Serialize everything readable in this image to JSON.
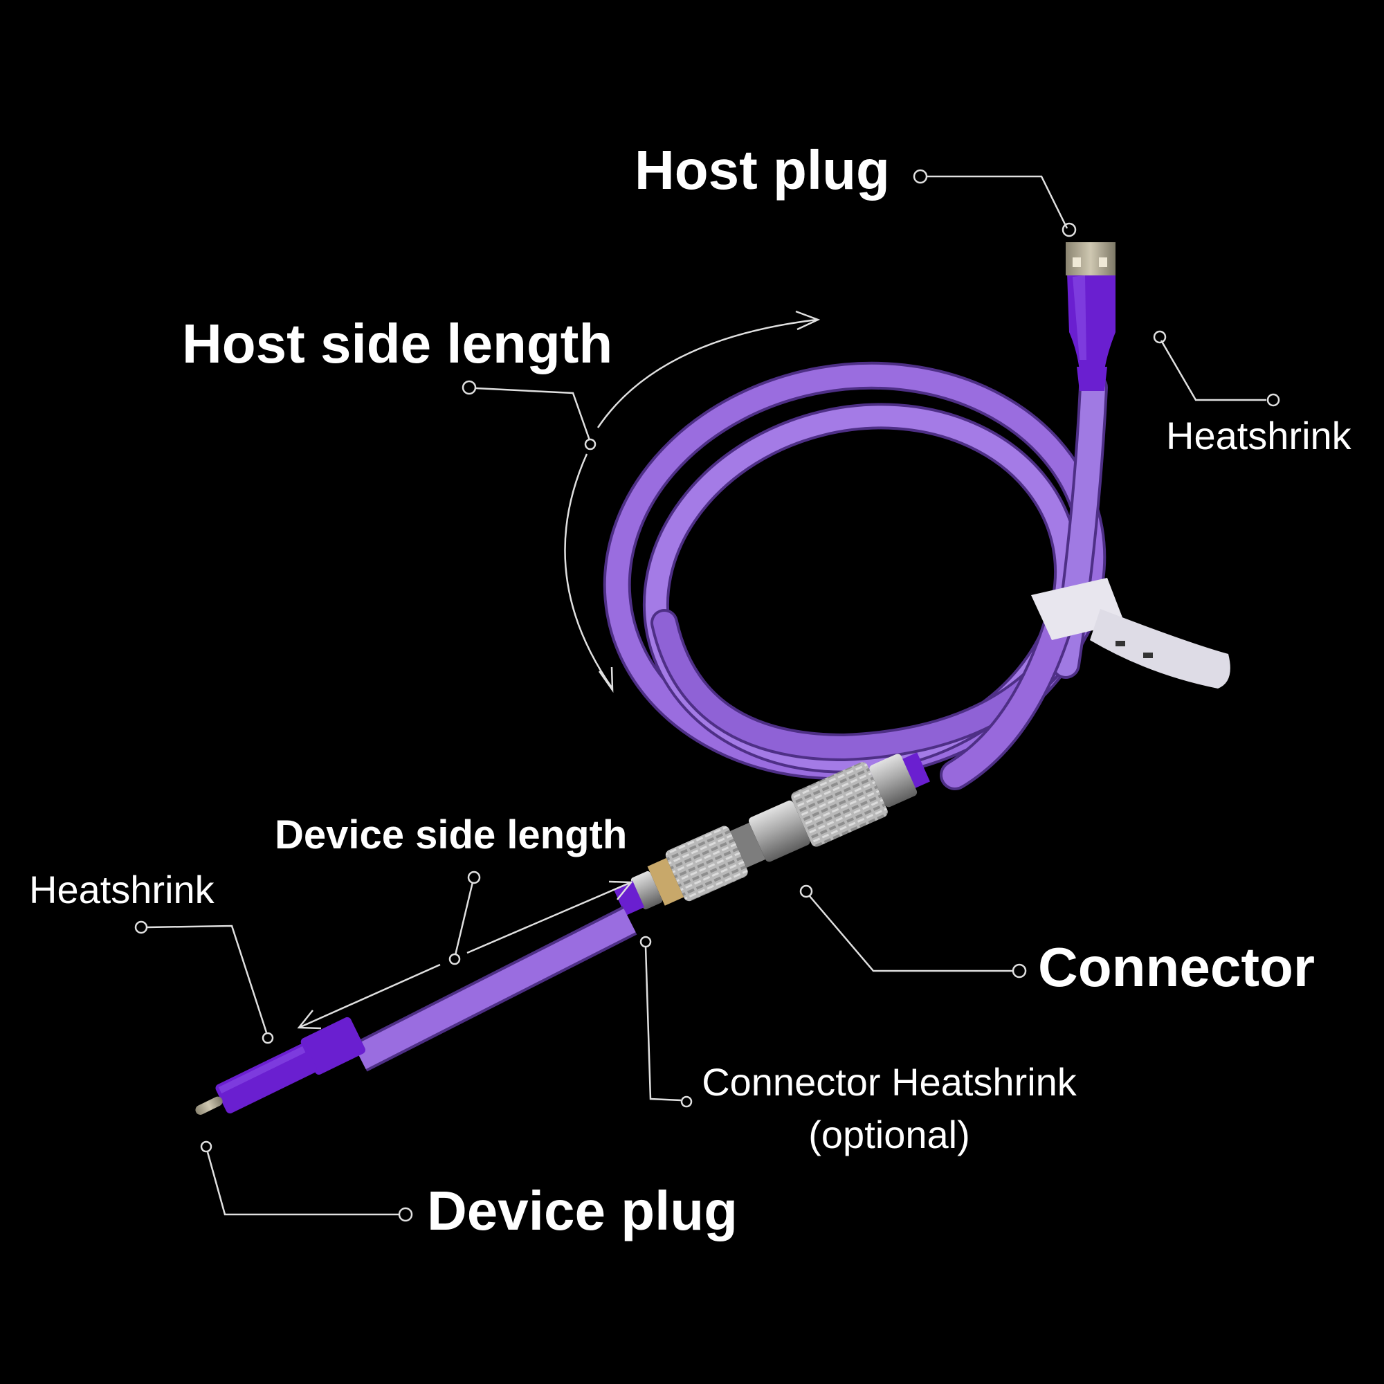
{
  "labels": {
    "host_plug": "Host plug",
    "host_side_length": "Host side length",
    "heatshrink_host": "Heatshrink",
    "device_side_length": "Device side length",
    "heatshrink_device": "Heatshrink",
    "connector": "Connector",
    "connector_heatshrink_line1": "Connector Heatshrink",
    "connector_heatshrink_line2": "(optional)",
    "device_plug": "Device plug"
  },
  "colors": {
    "background": "#000000",
    "cable_braid": "#9b6ee0",
    "cable_heatshrink": "#6a1fd0",
    "connector_metal": "#a8a8a8",
    "cable_tie": "#e8e6ee",
    "annotation": "#e0e0e0",
    "text": "#ffffff"
  }
}
